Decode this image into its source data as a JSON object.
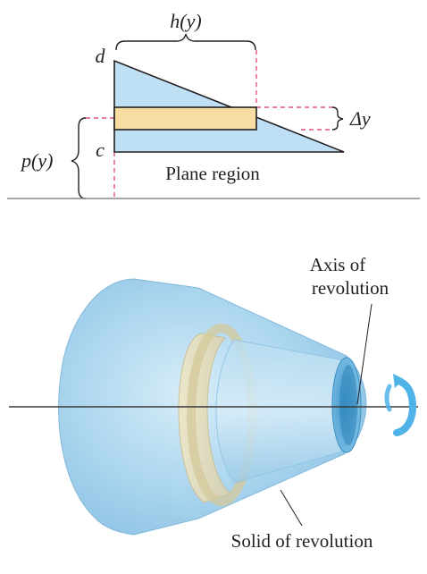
{
  "top_diagram": {
    "h_label": "h(y)",
    "d_label": "d",
    "c_label": "c",
    "delta_label": "Δy",
    "p_label": "p(y)",
    "region_label": "Plane region"
  },
  "bottom_diagram": {
    "axis_label_line1": "Axis of",
    "axis_label_line2": "revolution",
    "solid_label": "Solid of revolution"
  },
  "colors": {
    "region_fill": "#bfe0f4",
    "strip_fill": "#f6dda2",
    "dashed": "#e0508a",
    "solid_outer": "#a8d4ee",
    "ring_fill": "#e6dfc0",
    "arrow": "#4fb3e8"
  }
}
